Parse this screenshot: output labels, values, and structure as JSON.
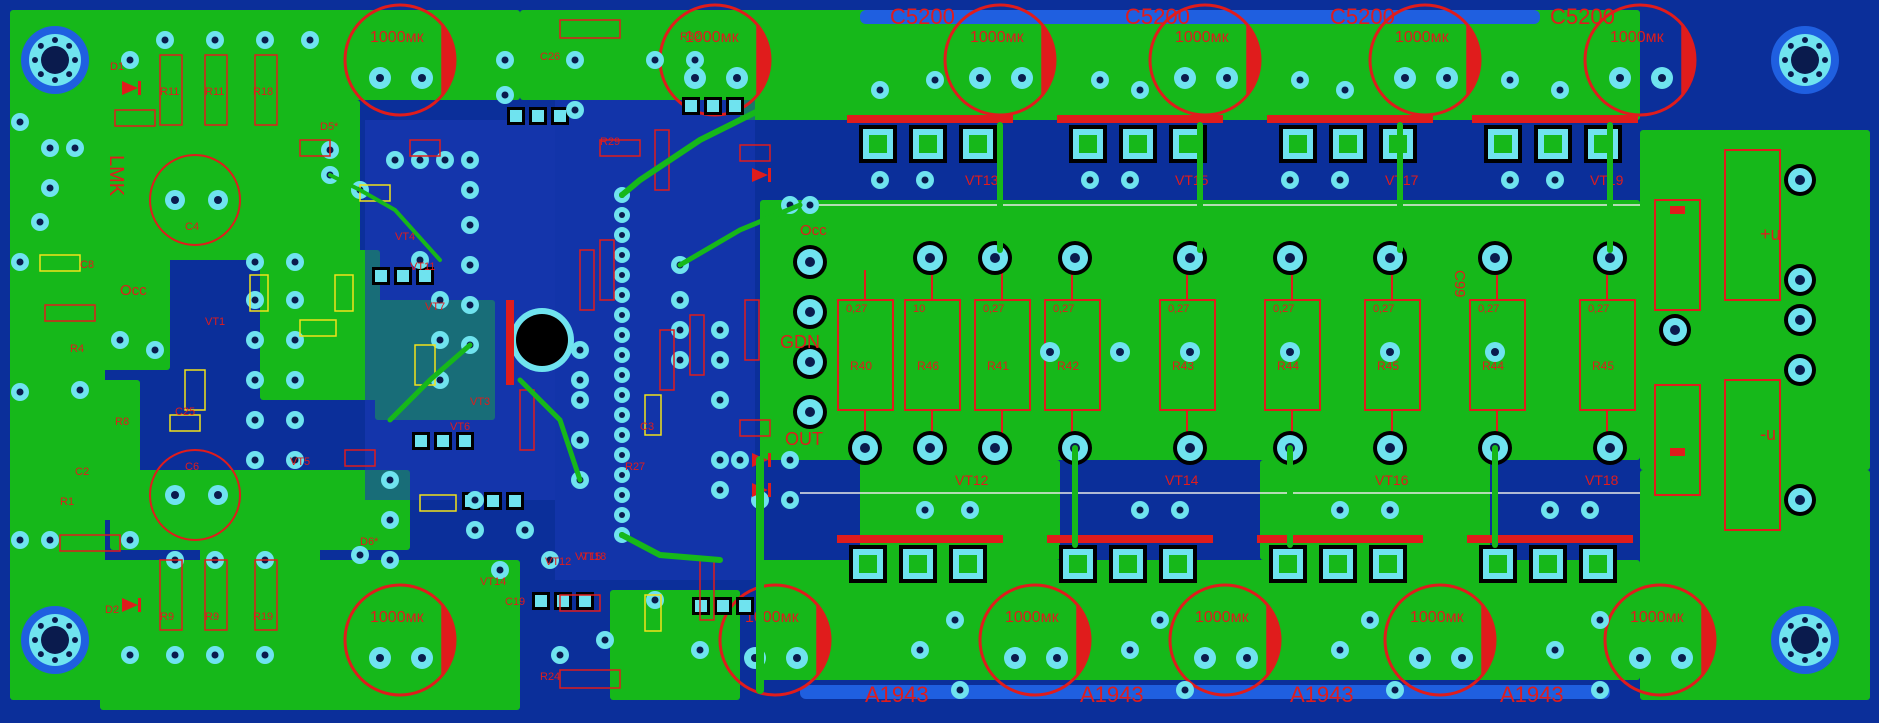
{
  "board": {
    "colors": {
      "substrate": "#0b2f9a",
      "copper_top": "#16b81a",
      "copper_bottom": "#1f5fe0",
      "silkscreen": "#e01c1c",
      "pad": "#6fe3ef",
      "hole": "#0a1b4d",
      "white_trace": "#e8e8e8",
      "yellow_outline": "#f2e21b"
    },
    "top_transistor_labels": [
      "C5200",
      "C5200",
      "C5200",
      "C5200"
    ],
    "bottom_transistor_labels": [
      "A1943",
      "A1943",
      "A1943",
      "A1943"
    ],
    "cap_value": "1000мк",
    "side_labels": {
      "gnd": "GDN",
      "out": "OUT",
      "plus_u": "+u",
      "minus_u": "-u",
      "lmk": "LMK",
      "occ": "Occ",
      "c99": "C99"
    },
    "res_value_027": "0,27",
    "res_value_10": "10",
    "top_res": [
      "R40",
      "R46",
      "R41",
      "R42",
      "R43",
      "R44",
      "R45",
      "R44",
      "R45"
    ],
    "vt_top": [
      "VT13",
      "VT15",
      "VT17",
      "VT19"
    ],
    "vt_bottom": [
      "VT12",
      "VT14",
      "VT16",
      "VT18"
    ],
    "misc_labels": [
      "D1",
      "D2",
      "R11",
      "R11",
      "R18",
      "R9",
      "R9",
      "R19",
      "C4",
      "C6",
      "C2",
      "R1",
      "R4",
      "R8",
      "VT1",
      "VT3",
      "VT4",
      "VT5",
      "VT6",
      "VT7",
      "VT11",
      "VT12",
      "VT14",
      "VT15",
      "VT18",
      "R27",
      "R29",
      "R32",
      "R24",
      "C3",
      "C8",
      "C25",
      "C26",
      "C19",
      "D5*",
      "D6*"
    ]
  }
}
